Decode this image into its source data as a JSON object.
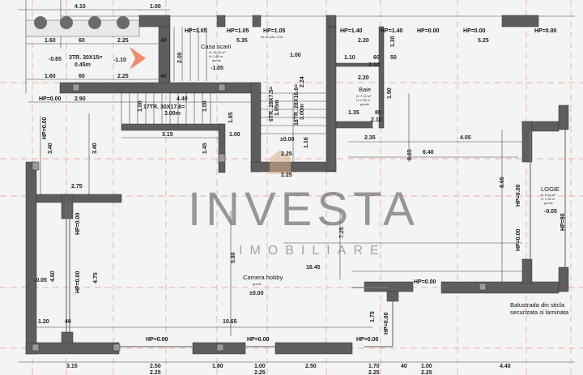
{
  "plan": {
    "labels": [
      "4.10",
      "1.00",
      "1.60",
      "60",
      "2.25",
      "40",
      "-0.65",
      "3TR. 30X15=",
      "0.45m",
      "-1.10",
      "1.60",
      "60",
      "2.25",
      "40",
      "HP=1.05",
      "HP=1.05",
      "HP=1.05",
      "de la cota -1.05",
      "HP=1.40",
      "HP=1.40",
      "HP=0.00",
      "HP=0.00",
      "HP=0.00",
      "5.35",
      "Casa scarii",
      "A: 10.54 m²",
      "H: 2.60 m",
      "gresie",
      "-1.05",
      "2.00",
      "2.20",
      "1.30",
      "5.25",
      "1.10",
      "60",
      "50",
      "2.10",
      "1.00",
      "2.20",
      "Baie",
      "A: 7.15 m²",
      "H: 2.65 m",
      "gresie",
      "1.35",
      "80",
      "2.10",
      "1.90",
      "HP=0.00",
      "2.90",
      "4.40",
      "17TR. 30X17.6=",
      "3.00m",
      "1.00",
      "1.00",
      "6TR. 28X7.5=",
      "1.05m",
      "18TR. 28X16.6=",
      "3.00m",
      "2.24",
      "±0.00",
      "2.25",
      "1.16",
      "3.15",
      "1.45",
      "1.85",
      "1.00",
      "2.25",
      "2.35",
      "4.05",
      "6.40",
      "8.65",
      "8.65",
      "2.75",
      "3.40",
      "3.40",
      "HP=0.00",
      "LOGIE",
      "A: 6.04 m²",
      "H: 2.65 m",
      "gresie",
      "-0.05",
      "HP=90",
      "HP=0.00",
      "HP=0.00",
      "HP=0.00",
      "HP=0.00",
      "4.60",
      "-0.05",
      "4.75",
      "Camera hobby",
      "gresie",
      "±0.00",
      "5.80",
      "7.25",
      "16.45",
      "10.65",
      "1.20",
      "40",
      "HP=0.00",
      "HP=0.00",
      "HP=0.00",
      "HP=0.00",
      "1.75",
      "HP=0.00",
      "Balustrada din sticla",
      "securizata si laminata",
      "3.15",
      "2.50",
      "2.25",
      "1.80",
      "1.00",
      "2.25",
      "2.50",
      "1.70",
      "2.25",
      "40",
      "1.00",
      "2.25",
      "4.40"
    ],
    "watermark": {
      "brand": "INVESTA",
      "sub": "IMOBILIARE",
      "color": "#777777"
    },
    "colors": {
      "wall": "#5e5e5e",
      "grid": "#e3a08c",
      "entry_arrow": "#f08a6a",
      "logo_accent": "#d9b08a"
    }
  }
}
